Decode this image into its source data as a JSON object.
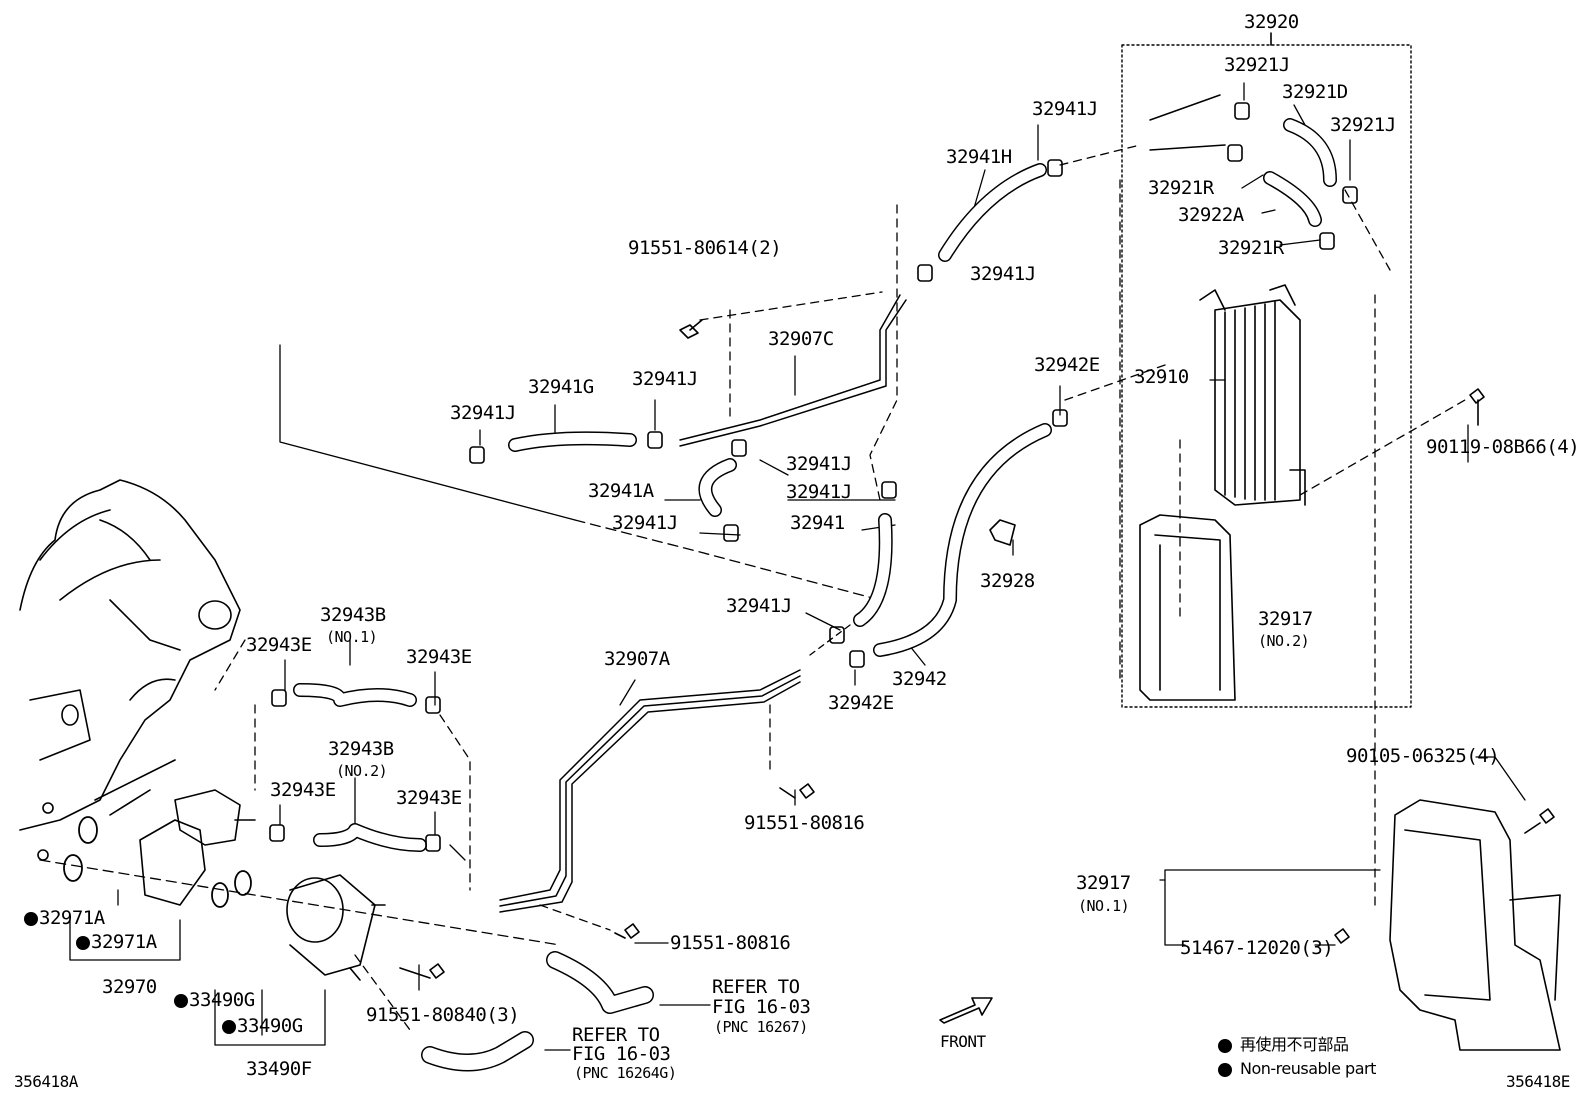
{
  "labels": {
    "p32920": "32920",
    "p32921J_a": "32921J",
    "p32921D": "32921D",
    "p32921J_b": "32921J",
    "p32921R_a": "32921R",
    "p32922A": "32922A",
    "p32921R_b": "32921R",
    "p32941J_1": "32941J",
    "p32941H": "32941H",
    "p32941J_2": "32941J",
    "p91551_80614": "91551-80614(2)",
    "p32907C": "32907C",
    "p32941G": "32941G",
    "p32941J_3": "32941J",
    "p32941J_4": "32941J",
    "p32941J_5": "32941J",
    "p32941A": "32941A",
    "p32941J_6": "32941J",
    "p32941J_7": "32941J",
    "p32941": "32941",
    "p32942E_1": "32942E",
    "p32910": "32910",
    "p90119": "90119-08B66(4)",
    "p32928": "32928",
    "p32941J_8": "32941J",
    "p32917_no2": "32917",
    "no2": "(NO.2)",
    "p32942": "32942",
    "p32942E_2": "32942E",
    "p32907A": "32907A",
    "p32943B_1": "32943B",
    "no1_a": "(NO.1)",
    "p32943E_1": "32943E",
    "p32943E_2": "32943E",
    "p32943B_2": "32943B",
    "no2_b": "(NO.2)",
    "p32943E_3": "32943E",
    "p32943E_4": "32943E",
    "p91551_80816_a": "91551-80816",
    "p90105": "90105-06325(4)",
    "p32971A_1": "32971A",
    "p32971A_2": "32971A",
    "p32970": "32970",
    "p91551_80816_b": "91551-80816",
    "p32917_no1": "32917",
    "no1_b": "(NO.1)",
    "p51467": "51467-12020(3)",
    "p33490G_1": "33490G",
    "p33490G_2": "33490G",
    "p33490F": "33490F",
    "p91551_80840": "91551-80840(3)",
    "ref1_a": "REFER TO",
    "ref1_b": "FIG 16-03",
    "ref1_c": "(PNC 16267)",
    "ref2_a": "REFER TO",
    "ref2_b": "FIG 16-03",
    "ref2_c": "(PNC 16264G)",
    "front": "FRONT",
    "code_left": "356418A",
    "code_right": "356418E"
  },
  "legend": {
    "jp": "再使用不可部品",
    "en": "Non-reusable part"
  }
}
